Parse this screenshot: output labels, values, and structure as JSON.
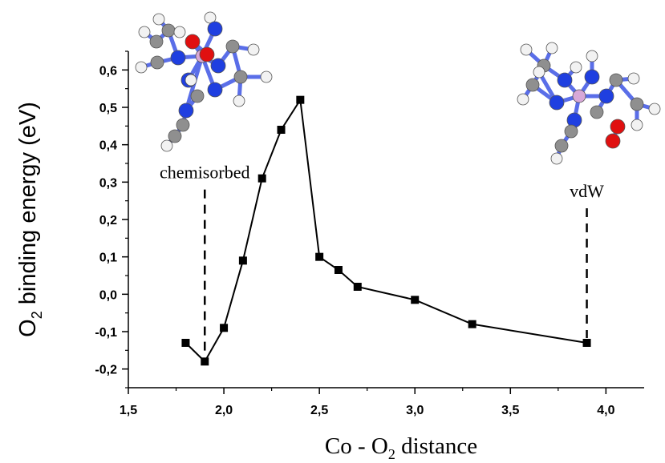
{
  "chart_data": {
    "type": "line",
    "xlabel": {
      "main": "Co - O",
      "sub": "2",
      "tail": " distance"
    },
    "ylabel": {
      "main": "O",
      "sub": "2",
      "tail": " binding energy (eV)"
    },
    "xlim": [
      1.5,
      4.2
    ],
    "ylim": [
      -0.25,
      0.65
    ],
    "x_ticks": [
      {
        "value": 1.5,
        "label": "1,5"
      },
      {
        "value": 2.0,
        "label": "2,0"
      },
      {
        "value": 2.5,
        "label": "2,5"
      },
      {
        "value": 3.0,
        "label": "3,0"
      },
      {
        "value": 3.5,
        "label": "3,5"
      },
      {
        "value": 4.0,
        "label": "4,0"
      }
    ],
    "y_ticks": [
      {
        "value": -0.2,
        "label": "-0,2"
      },
      {
        "value": -0.1,
        "label": "-0,1"
      },
      {
        "value": 0.0,
        "label": "0,0"
      },
      {
        "value": 0.1,
        "label": "0,1"
      },
      {
        "value": 0.2,
        "label": "0,2"
      },
      {
        "value": 0.3,
        "label": "0,3"
      },
      {
        "value": 0.4,
        "label": "0,4"
      },
      {
        "value": 0.5,
        "label": "0,5"
      },
      {
        "value": 0.6,
        "label": "0,6"
      }
    ],
    "grid": false,
    "series": [
      {
        "x": [
          1.8,
          1.9,
          2.0,
          2.1,
          2.2,
          2.3,
          2.4,
          2.5,
          2.6,
          2.7,
          3.0,
          3.3,
          3.9
        ],
        "y": [
          -0.13,
          -0.18,
          -0.09,
          0.09,
          0.31,
          0.44,
          0.52,
          0.1,
          0.065,
          0.02,
          -0.015,
          -0.08,
          -0.13
        ],
        "marker": "square",
        "color": "#000000"
      }
    ],
    "annotations": [
      {
        "text": "chemisorbed",
        "x": 1.9,
        "y_top": 0.28,
        "y_bottom": -0.18
      },
      {
        "text": "vdW",
        "x": 3.9,
        "y_top": 0.23,
        "y_bottom": -0.13
      }
    ]
  },
  "colors": {
    "oxygen": "#e01010",
    "nitrogen": "#1f3fe0",
    "carbon": "#8f8f8f",
    "hydrogen": "#f2f2f2",
    "cobalt": "#d8a8d8",
    "bond_blue": "#5a6ee8"
  }
}
